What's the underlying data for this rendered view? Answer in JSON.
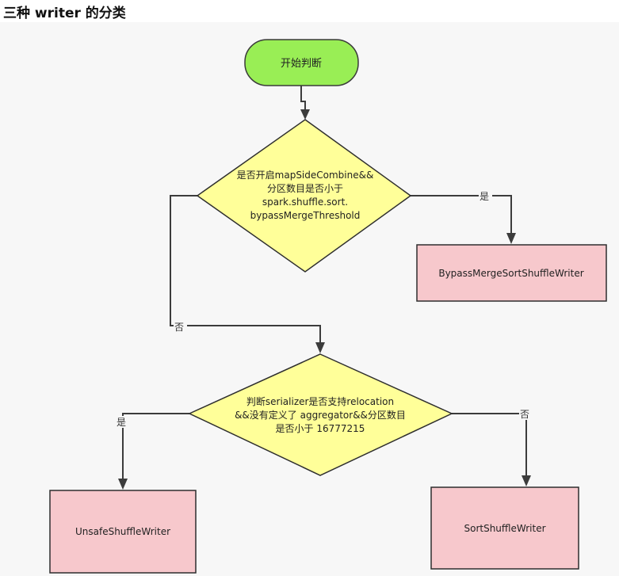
{
  "title": "三种 writer 的分类",
  "nodes": {
    "start": {
      "label": "开始判断"
    },
    "decision1": {
      "lines": [
        "是否开启mapSideCombine&&",
        "分区数目是否小于",
        "spark.shuffle.sort.",
        "bypassMergeThreshold"
      ]
    },
    "bypass": {
      "label": "BypassMergeSortShuffleWriter"
    },
    "decision2": {
      "lines": [
        "判断serializer是否支持relocation",
        "&&没有定义了 aggregator&&分区数目",
        "是否小于 16777215"
      ]
    },
    "unsafe": {
      "label": "UnsafeShuffleWriter"
    },
    "sort": {
      "label": "SortShuffleWriter"
    }
  },
  "edges": {
    "d1_yes": "是",
    "d1_no": "否",
    "d2_yes": "是",
    "d2_no": "否"
  },
  "colors": {
    "start_fill": "#99ee55",
    "decision_fill": "#ffff99",
    "result_fill": "#f7c8cc"
  }
}
